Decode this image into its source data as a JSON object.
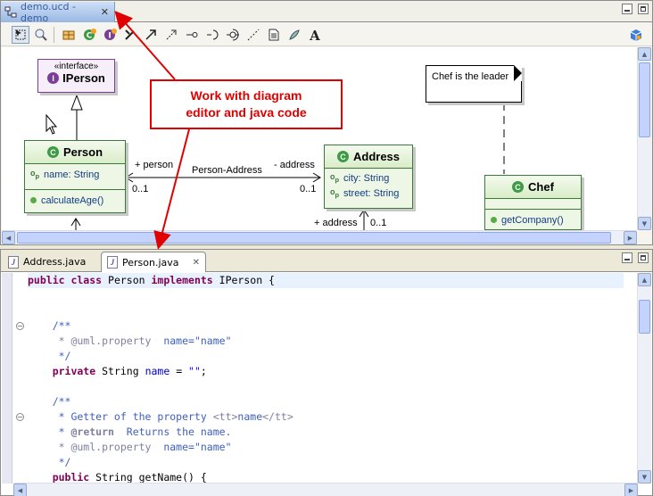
{
  "diagram_tab": {
    "title": "demo.ucd - demo"
  },
  "toolbar": {
    "icons": [
      "select-tool-icon",
      "zoom-icon",
      "package-icon",
      "class-icon",
      "interface-icon",
      "dependency-icon",
      "association-icon",
      "generalization-icon",
      "realization-icon",
      "lollipop-icon",
      "required-interface-icon",
      "note-connector-icon",
      "note-icon",
      "comment-icon",
      "text-icon",
      "palette-icon"
    ]
  },
  "diagram": {
    "iperson": {
      "stereotype": "«interface»",
      "name": "IPerson"
    },
    "person": {
      "name": "Person",
      "field": "name: String",
      "method": "calculateAge()"
    },
    "address": {
      "name": "Address",
      "field1": "city: String",
      "field2": "street: String"
    },
    "chef": {
      "name": "Chef",
      "method": "getCompany()"
    },
    "note": "Chef is the leader",
    "assoc": {
      "role_left": "+ person",
      "role_right": "- address",
      "name": "Person-Address",
      "mult_left": "0..1",
      "mult_right": "0..1",
      "role_down": "+ address",
      "mult_down": "0..1"
    }
  },
  "callout": {
    "line1": "Work with diagram",
    "line2": "editor and java code"
  },
  "java_tabs": [
    {
      "label": "Address.java"
    },
    {
      "label": "Person.java"
    }
  ],
  "code": {
    "l1_kw": "public class",
    "l1_name": " Person ",
    "l1_kw2": "implements",
    "l1_rest": " IPerson {",
    "c1": "    /**",
    "c2_tag": "     * @uml.property",
    "c2_rest": "  name=\"name\"",
    "c3": "     */",
    "f_kw": "    private",
    "f_type": " String ",
    "f_name": "name",
    "f_rest": " = ",
    "f_str": "\"\"",
    "f_end": ";",
    "d1": "    /**",
    "d2": "     * Getter of the property ",
    "d2_tag1": "<tt>",
    "d2_mid": "name",
    "d2_tag2": "</tt>",
    "d3_pre": "     * ",
    "d3_tag": "@return",
    "d3_rest": "  Returns the name.",
    "d4_tag": "     * @uml.property",
    "d4_rest": "  name=\"name\"",
    "d5": "     */",
    "g_kw": "    public",
    "g_rest": " String getName() {"
  }
}
